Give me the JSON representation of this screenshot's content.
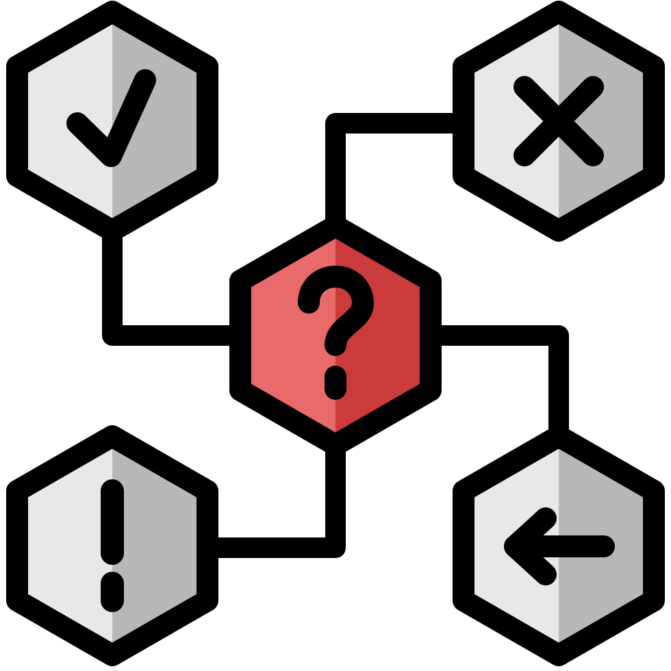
{
  "diagram": {
    "colors": {
      "stroke": "#000000",
      "hex_light": "#e8e8e8",
      "hex_shade": "#b6b8b9",
      "center_light": "#e86a6a",
      "center_shade": "#cc3b3b",
      "background": "#ffffff"
    },
    "center": {
      "symbol": "?",
      "icon": "question-mark-icon"
    },
    "nodes": [
      {
        "name": "check",
        "icon": "checkmark-icon"
      },
      {
        "name": "cross",
        "icon": "cross-icon"
      },
      {
        "name": "exclamation",
        "icon": "exclamation-icon"
      },
      {
        "name": "back",
        "icon": "arrow-left-icon"
      }
    ]
  }
}
